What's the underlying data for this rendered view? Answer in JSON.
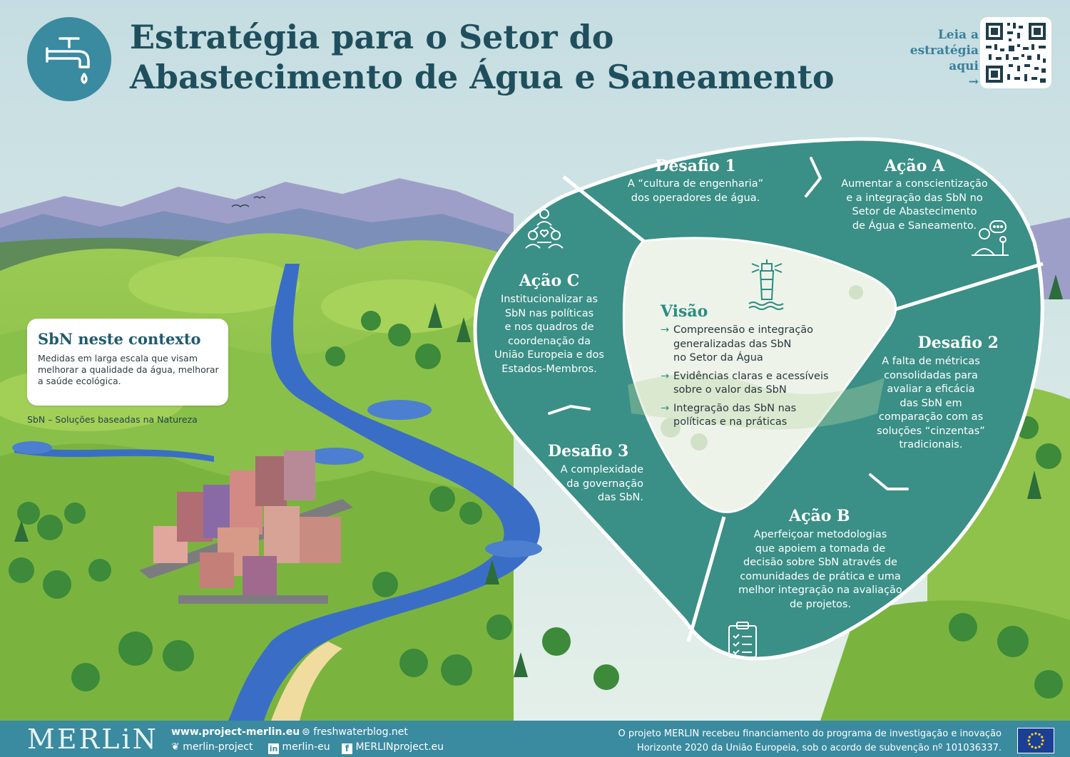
{
  "header": {
    "title_line1": "Estratégia para o Setor do",
    "title_line2": "Abastecimento de Água e Saneamento",
    "qr_prompt_line1": "Leia a",
    "qr_prompt_line2": "estratégia",
    "qr_prompt_line3": "aqui",
    "qr_arrow": "→"
  },
  "context": {
    "title": "SbN neste contexto",
    "text": "Medidas em larga escala que visam melhorar a qualidade da água, melhorar a saúde ecológica.",
    "footnote": "SbN – Soluções baseadas na Natureza"
  },
  "diagram": {
    "desafio1": {
      "title": "Desafio 1",
      "line1": "A “cultura de engenharia”",
      "line2": "dos operadores de água."
    },
    "acao_a": {
      "title": "Ação A",
      "line1": "Aumentar a conscientização",
      "line2": "e a integração das SbN no",
      "line3": "Setor de Abastecimento",
      "line4": "de Água e Saneamento."
    },
    "acao_c": {
      "title": "Ação C",
      "line1": "Institucionalizar as",
      "line2": "SbN nas políticas",
      "line3": "e nos quadros de",
      "line4": "coordenação da",
      "line5": "União Europeia e dos",
      "line6": "Estados-Membros."
    },
    "desafio2": {
      "title": "Desafio 2",
      "line1": "A falta de métricas",
      "line2": "consolidadas para",
      "line3": "avaliar a eficácia",
      "line4": "das SbN em",
      "line5": "comparação com as",
      "line6": "soluções “cinzentas”",
      "line7": "tradicionais."
    },
    "desafio3": {
      "title": "Desafio 3",
      "line1": "A complexidade",
      "line2": "da governação",
      "line3": "das SbN."
    },
    "acao_b": {
      "title": "Ação B",
      "line1": "Aperfeiçoar metodologias",
      "line2": "que apoiem a tomada de",
      "line3": "decisão sobre SbN através de",
      "line4": "comunidades de prática e uma",
      "line5": "melhor integração na avaliação",
      "line6": "de projetos."
    },
    "visao": {
      "title": "Visão",
      "items": [
        {
          "line1": "Compreensão e integração",
          "line2": "generalizadas das SbN",
          "line3": "no Setor da Água"
        },
        {
          "line1": "Evidências claras e acessíveis",
          "line2": "sobre o valor das SbN"
        },
        {
          "line1": "Integração das SbN nas",
          "line2": "políticas e na práticas"
        }
      ]
    }
  },
  "icons": {
    "tap": "water-tap-icon",
    "team": "team-heart-icon",
    "consult": "consultation-icon",
    "lighthouse": "lighthouse-icon",
    "clipboard": "clipboard-checklist-icon",
    "qr": "qr-code-icon",
    "eu_flag": "eu-flag-icon"
  },
  "footer": {
    "logo": "MERLiN",
    "website": "www.project-merlin.eu",
    "blog": "freshwaterblog.net",
    "bluesky": "merlin-project",
    "linkedin": "merlin-eu",
    "facebook": "MERLINproject.eu",
    "funding_line1": "O projeto MERLIN recebeu financiamento do programa de investigação e inovação",
    "funding_line2": "Horizonte 2020 da União Europeia, sob o acordo de subvenção nº 101036337."
  },
  "colors": {
    "teal": "#3a8f86",
    "teal_dark": "#2f7e75",
    "navy_title": "#1f4f5d",
    "footer": "#3a8aa0",
    "vision_bg": "#eef3ea"
  }
}
